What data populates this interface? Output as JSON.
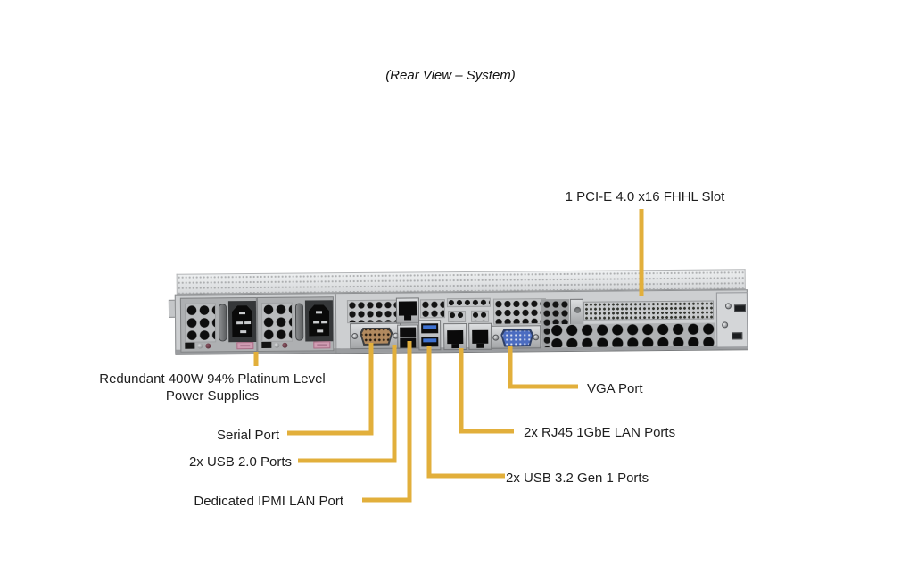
{
  "title": "(Rear View – System)",
  "diagram_type": "server-rear-view-callout-diagram",
  "callouts": {
    "pcie_slot": "1 PCI-E 4.0 x16 FHHL Slot",
    "power_supplies_line1": "Redundant 400W 94% Platinum Level",
    "power_supplies_line2": "Power Supplies",
    "serial_port": "Serial Port",
    "usb2_ports": "2x USB 2.0 Ports",
    "ipmi_lan_port": "Dedicated IPMI LAN Port",
    "vga_port": "VGA Port",
    "rj45_lan_ports": "2x RJ45 1GbE LAN Ports",
    "usb3_ports": "2x USB 3.2 Gen 1 Ports"
  },
  "colors": {
    "callout_line": "#E2AF3B",
    "chassis_face": "#CDCFD1",
    "chassis_top": "#E8EAEC",
    "usb3_blue": "#3E72D2",
    "vga_blue": "#4B6CC0",
    "serial_tan": "#B28A5F",
    "psu_sticker_pink": "#D09CB2",
    "label_text": "#1E1E1E"
  }
}
